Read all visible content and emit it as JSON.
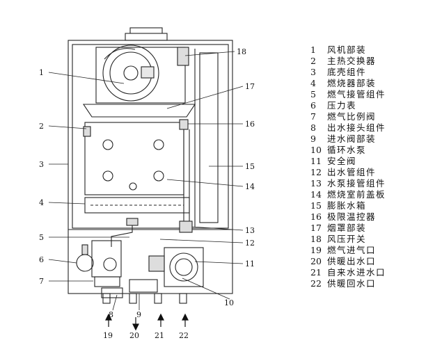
{
  "callouts": {
    "left": [
      "1",
      "2",
      "3",
      "4",
      "5",
      "6",
      "7"
    ],
    "right": [
      "18",
      "17",
      "16",
      "15",
      "14",
      "13",
      "12",
      "11",
      "10"
    ],
    "bottom": [
      "8",
      "9"
    ]
  },
  "connections": [
    "19",
    "20",
    "21",
    "22"
  ],
  "legend": [
    {
      "n": "1",
      "t": "风机部装"
    },
    {
      "n": "2",
      "t": "主热交换器"
    },
    {
      "n": "3",
      "t": "底壳组件"
    },
    {
      "n": "4",
      "t": "燃烧器部装"
    },
    {
      "n": "5",
      "t": "燃气接管组件"
    },
    {
      "n": "6",
      "t": "压力表"
    },
    {
      "n": "7",
      "t": "燃气比例阀"
    },
    {
      "n": "8",
      "t": "出水接头组件"
    },
    {
      "n": "9",
      "t": "进水阀部装"
    },
    {
      "n": "10",
      "t": "循环水泵"
    },
    {
      "n": "11",
      "t": "安全阀"
    },
    {
      "n": "12",
      "t": "出水管组件"
    },
    {
      "n": "13",
      "t": "水泵接管组件"
    },
    {
      "n": "14",
      "t": "燃烧室前盖板"
    },
    {
      "n": "15",
      "t": "膨胀水箱"
    },
    {
      "n": "16",
      "t": "极限温控器"
    },
    {
      "n": "17",
      "t": "烟罩部装"
    },
    {
      "n": "18",
      "t": "风压开关"
    },
    {
      "n": "19",
      "t": "燃气进气口"
    },
    {
      "n": "20",
      "t": "供暖出水口"
    },
    {
      "n": "21",
      "t": "自来水进水口"
    },
    {
      "n": "22",
      "t": "供暖回水口"
    }
  ]
}
